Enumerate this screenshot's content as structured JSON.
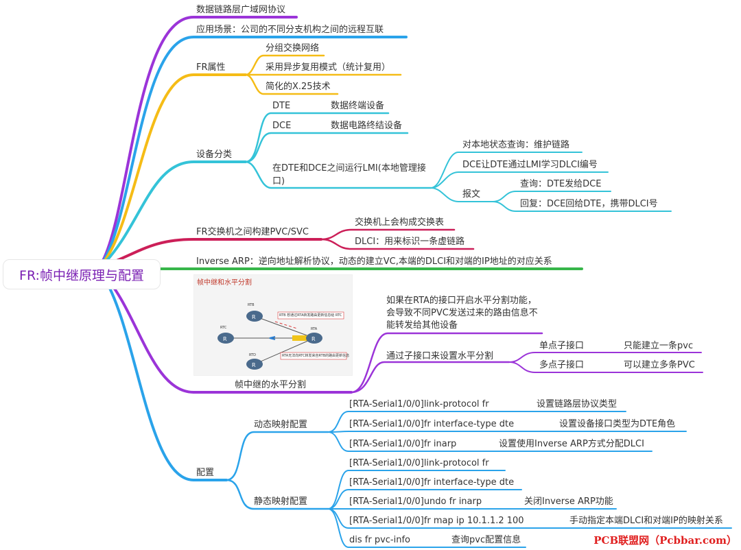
{
  "root": "FR:帧中继原理与配置",
  "colors": {
    "purple": "#9b34d8",
    "blue": "#2aa3ea",
    "yellow": "#f5bc16",
    "cyan": "#34c3d8",
    "crimson": "#cc1f58",
    "green": "#37b64a",
    "root_text": "#7a1fb3"
  },
  "branches": {
    "b1": "数据链路层广域网协议",
    "b2": "应用场景：公司的不同分支机构之间的远程互联",
    "fr_attr": {
      "label": "FR属性",
      "items": [
        "分组交换网络",
        "采用异步复用模式（统计复用）",
        "简化的X.25技术"
      ]
    },
    "device": {
      "label": "设备分类",
      "dte": "DTE",
      "dte_desc": "数据终端设备",
      "dce": "DCE",
      "dce_desc": "数据电路终结设备",
      "lmi": "在DTE和DCE之间运行LMI(本地管理接口)",
      "lmi_items": [
        "对本地状态查询：维护链路",
        "DCE让DTE通过LMI学习DLCI编号"
      ],
      "msg": "报文",
      "msg_items": [
        "查询：DTE发给DCE",
        "回复：DCE回给DTE，携带DLCI号"
      ]
    },
    "pvc": {
      "label": "FR交换机之间构建PVC/SVC",
      "items": [
        "交换机上会构成交换表",
        "DLCI：用来标识一条虚链路"
      ]
    },
    "inarp": "Inverse ARP：逆向地址解析协议，动态的建立VC,本端的DLCI和对端的IP地址的对应关系",
    "split": {
      "label": "帧中继的水平分割",
      "figure_title": "帧中继和水平分割",
      "figure": {
        "rtb": "RTB",
        "rtc": "RTC",
        "rtd": "RTD",
        "rta": "RTA",
        "note1": "RTB 想通过RTA转发路由更新信息给 RTC",
        "note2": "RTA无法向RTC转发来自RTB的路由更新信息"
      },
      "note": "如果在RTA的接口开启水平分割功能，会导致不同PVC发送过来的路由信息不能转发给其他设备",
      "sub": "通过子接口来设置水平分割",
      "p2p": "单点子接口",
      "p2p_desc": "只能建立一条pvc",
      "mp": "多点子接口",
      "mp_desc": "可以建立多条PVC"
    },
    "config": {
      "label": "配置",
      "dynamic": {
        "label": "动态映射配置",
        "cmds": [
          {
            "cmd": "[RTA-Serial1/0/0]link-protocol fr",
            "desc": "设置链路层协议类型"
          },
          {
            "cmd": "[RTA-Serial1/0/0]fr interface-type dte",
            "desc": "设置设备接口类型为DTE角色"
          },
          {
            "cmd": "[RTA-Serial1/0/0]fr inarp",
            "desc": "设置使用Inverse ARP方式分配DLCI"
          }
        ]
      },
      "static": {
        "label": "静态映射配置",
        "cmds": [
          {
            "cmd": "[RTA-Serial1/0/0]link-protocol fr",
            "desc": ""
          },
          {
            "cmd": "[RTA-Serial1/0/0]fr interface-type dte",
            "desc": ""
          },
          {
            "cmd": "[RTA-Serial1/0/0]undo fr inarp",
            "desc": "关闭Inverse ARP功能"
          },
          {
            "cmd": "[RTA-Serial1/0/0]fr map ip 10.1.1.2 100",
            "desc": "手动指定本端DLCI和对端IP的映射关系"
          },
          {
            "cmd": "dis fr pvc-info",
            "desc": "查询pvc配置信息"
          }
        ]
      }
    }
  },
  "watermark": "PCB联盟网（Pcbbar.com）"
}
